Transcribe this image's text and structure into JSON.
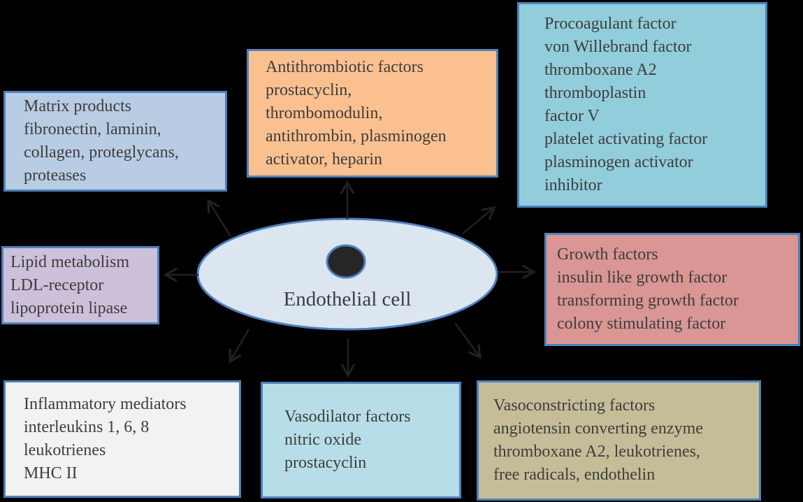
{
  "diagram": {
    "title": "Endothelial cell factors diagram",
    "background_color": "#000000",
    "text_color": "#3d3d3d",
    "arrow_color": "#212121",
    "center": {
      "label": "Endothelial cell",
      "fill": "#dce6f1",
      "border": "#4f81bd",
      "nucleus_fill": "#262626",
      "nucleus_border": "#4f81bd"
    },
    "boxes": [
      {
        "id": "matrix-products",
        "fill": "#b8cce4",
        "border": "#4f81bd",
        "lines": [
          "Matrix products",
          "fibronectin, laminin,",
          "collagen, proteglycans,",
          "proteases"
        ]
      },
      {
        "id": "antithrombiotic-factors",
        "fill": "#fac090",
        "border": "#4f81bd",
        "lines": [
          "Antithrombiotic factors",
          "prostacyclin,",
          "thrombomodulin,",
          "antithrombin, plasminogen",
          "activator, heparin"
        ]
      },
      {
        "id": "procoagulant-factors",
        "fill": "#92cddc",
        "border": "#4f81bd",
        "lines": [
          "Procoagulant factor",
          "von Willebrand factor",
          "thromboxane A2",
          "thromboplastin",
          "factor V",
          "platelet activating factor",
          "plasminogen activator",
          "inhibitor"
        ]
      },
      {
        "id": "lipid-metabolism",
        "fill": "#ccc0da",
        "border": "#4f81bd",
        "lines": [
          "Lipid metabolism",
          "LDL-receptor",
          "lipoprotein lipase"
        ]
      },
      {
        "id": "growth-factors",
        "fill": "#d99694",
        "border": "#4f81bd",
        "lines": [
          "Growth factors",
          "insulin like growth factor",
          "transforming growth factor",
          "colony stimulating factor"
        ]
      },
      {
        "id": "inflammatory-mediators",
        "fill": "#f2f2f2",
        "border": "#4f81bd",
        "lines": [
          "Inflammatory mediators",
          "interleukins 1, 6, 8",
          "leukotrienes",
          "MHC II"
        ]
      },
      {
        "id": "vasodilator-factors",
        "fill": "#b7dee8",
        "border": "#4f81bd",
        "lines": [
          "Vasodilator factors",
          "nitric oxide",
          "prostacyclin"
        ]
      },
      {
        "id": "vasoconstricting-factors",
        "fill": "#c4bd97",
        "border": "#4f81bd",
        "lines": [
          "Vasoconstricting factors",
          "angiotensin converting enzyme",
          "thromboxane A2, leukotrienes,",
          "free radicals, endothelin"
        ]
      }
    ]
  }
}
